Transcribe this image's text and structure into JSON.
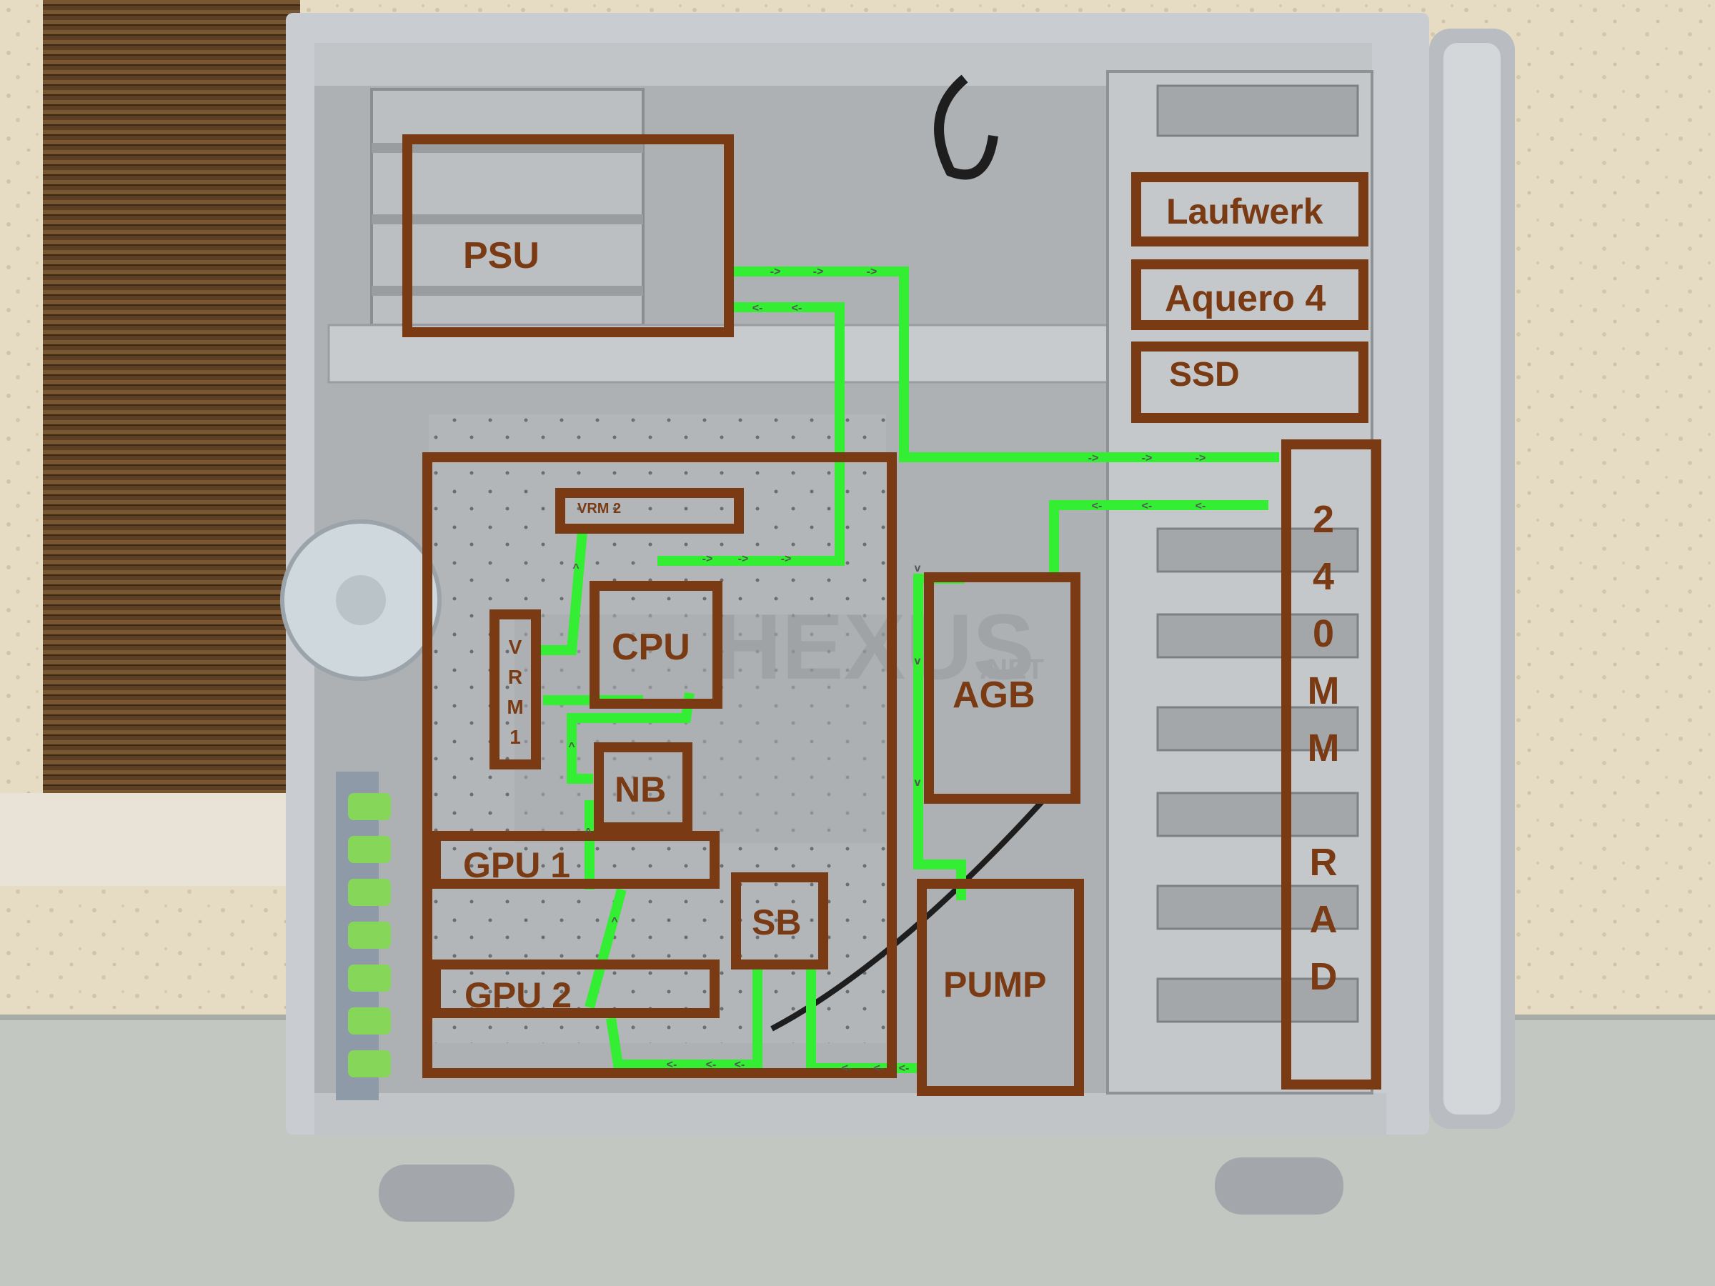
{
  "colors": {
    "box": "#7a3b14",
    "label": "#7a3b14",
    "tube": "#33ee33",
    "chassis": "#c6c9cc",
    "panel": "#b5b8bb",
    "blind": "#6b4a2c",
    "wall": "#e3d7bd",
    "floor": "#c3c7c1"
  },
  "watermark": {
    "brand": "HEXUS",
    "suffix": ".NET"
  },
  "boxes": {
    "psu": "PSU",
    "laufwerk": "Laufwerk",
    "aquero": "Aquero 4",
    "ssd": "SSD",
    "vrm2": "VRM 2",
    "vrm1": [
      "V",
      "R",
      "M",
      "1"
    ],
    "cpu": "CPU",
    "nb": "NB",
    "gpu1": "GPU 1",
    "gpu2": "GPU 2",
    "sb": "SB",
    "agb": "AGB",
    "pump": "PUMP",
    "rad": [
      "2",
      "4",
      "0",
      "M",
      "M",
      "",
      "R",
      "A",
      "D"
    ]
  },
  "flow_markers": {
    "right": "->",
    "left": "<-",
    "up": "^",
    "down": "v"
  }
}
